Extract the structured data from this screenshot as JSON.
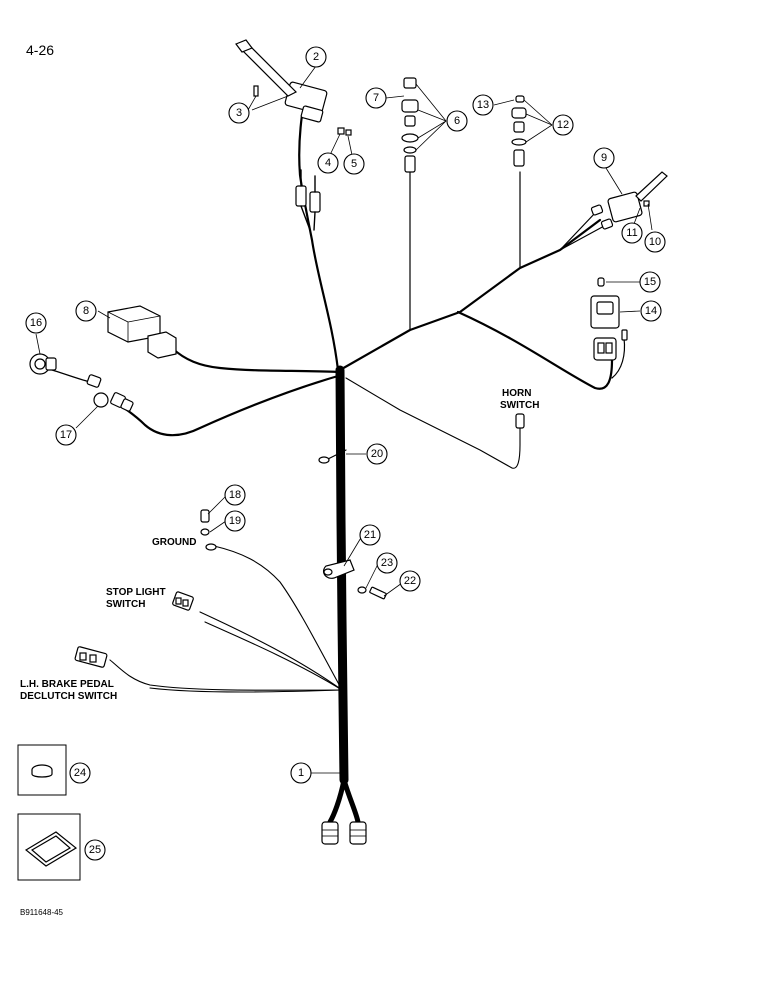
{
  "page_number": "4-26",
  "figure_code": "B911648-45",
  "labels": {
    "horn_switch": [
      "HORN",
      "SWITCH"
    ],
    "ground": "GROUND",
    "stop_light_switch": [
      "STOP LIGHT",
      "SWITCH"
    ],
    "lh_brake": [
      "L.H. BRAKE PEDAL",
      "DECLUTCH SWITCH"
    ]
  },
  "callouts": {
    "c1": "1",
    "c2": "2",
    "c3": "3",
    "c4": "4",
    "c5": "5",
    "c6": "6",
    "c7": "7",
    "c8": "8",
    "c9": "9",
    "c10": "10",
    "c11": "11",
    "c12": "12",
    "c13": "13",
    "c14": "14",
    "c15": "15",
    "c16": "16",
    "c17": "17",
    "c18": "18",
    "c19": "19",
    "c20": "20",
    "c21": "21",
    "c22": "22",
    "c23": "23",
    "c24": "24",
    "c25": "25"
  }
}
